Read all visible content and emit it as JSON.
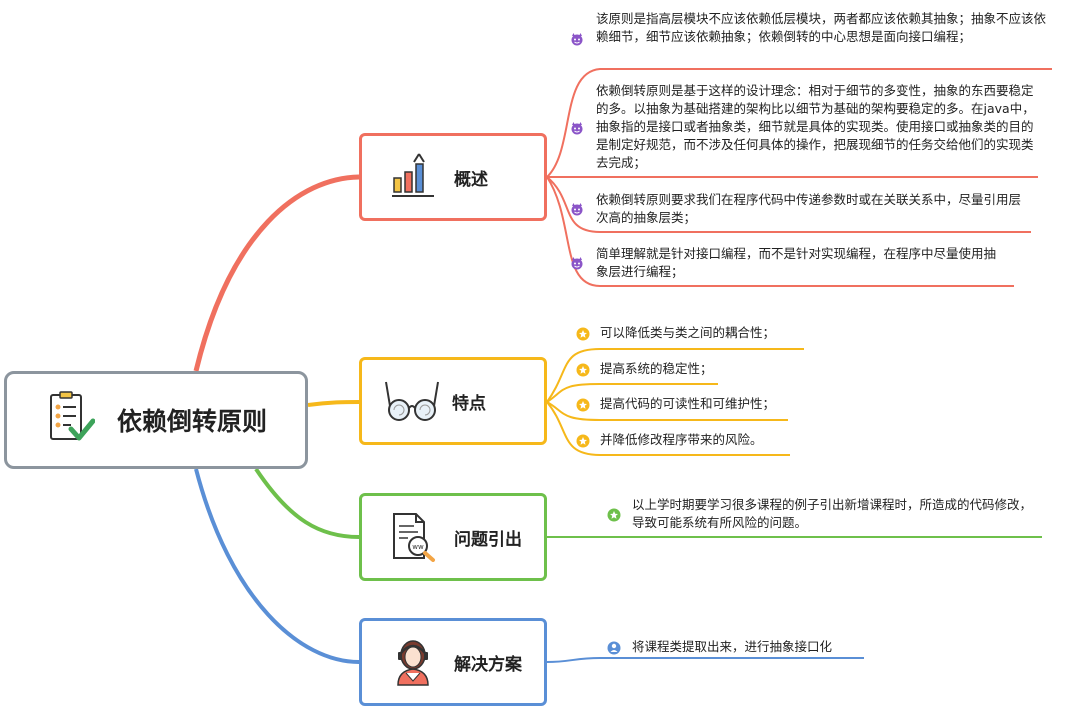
{
  "root": {
    "title": "依赖倒转原则",
    "icon": "checklist-icon"
  },
  "topics": [
    {
      "label": "概述",
      "icon": "bar-chart-icon",
      "color": "#f0705f",
      "bullet_icon": "devil-emoji-icon",
      "items": [
        "该原则是指高层模块不应该依赖低层模块，两者都应该依赖其抽象；抽象不应该依赖细节，细节应该依赖抽象；依赖倒转的中心思想是面向接口编程；",
        "依赖倒转原则是基于这样的设计理念：相对于细节的多变性，抽象的东西要稳定的多。以抽象为基础搭建的架构比以细节为基础的架构要稳定的多。在java中，抽象指的是接口或者抽象类，细节就是具体的实现类。使用接口或抽象类的目的是制定好规范，而不涉及任何具体的操作，把展现细节的任务交给他们的实现类去完成；",
        "依赖倒转原则要求我们在程序代码中传递参数时或在关联关系中，尽量引用层次高的抽象层类；",
        "简单理解就是针对接口编程，而不是针对实现编程，在程序中尽量使用抽象层进行编程；"
      ]
    },
    {
      "label": "特点",
      "icon": "glasses-icon",
      "color": "#f6b81a",
      "bullet_icon": "star-icon",
      "items": [
        "可以降低类与类之间的耦合性；",
        "提高系统的稳定性；",
        "提高代码的可读性和可维护性；",
        "并降低修改程序带来的风险。"
      ]
    },
    {
      "label": "问题引出",
      "icon": "document-search-icon",
      "color": "#6ec04b",
      "bullet_icon": "star-icon",
      "items": [
        "以上学时期要学习很多课程的例子引出新增课程时，所造成的代码修改，导致可能系统有所风险的问题。"
      ]
    },
    {
      "label": "解决方案",
      "icon": "support-agent-icon",
      "color": "#5a8fd6",
      "bullet_icon": "user-icon",
      "items": [
        "将课程类提取出来，进行抽象接口化"
      ]
    }
  ]
}
